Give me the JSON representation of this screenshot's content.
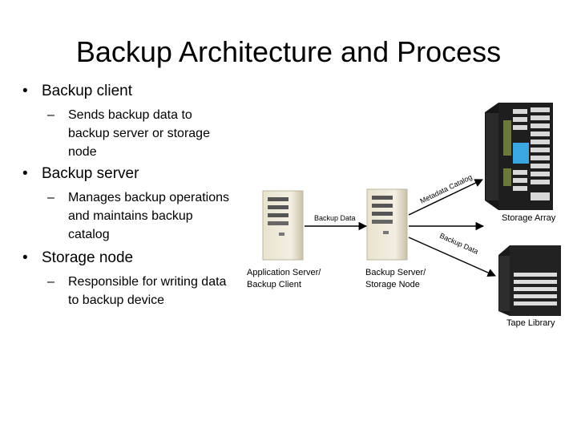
{
  "title": "Backup Architecture and Process",
  "bullets": [
    {
      "label": "Backup client",
      "sub": [
        "Sends backup data to",
        "backup server or storage",
        "node"
      ]
    },
    {
      "label": "Backup server",
      "sub": [
        "Manages backup operations",
        "and maintains backup",
        "catalog"
      ]
    },
    {
      "label": "Storage node",
      "sub": [
        "Responsible for writing data",
        "to backup device"
      ]
    }
  ],
  "diagram": {
    "app_server_label": [
      "Application Server/",
      "Backup Client"
    ],
    "backup_server_label": [
      "Backup Server/",
      "Storage Node"
    ],
    "backup_data_label": "Backup Data",
    "metadata_catalog_label": "Metadata Catalog",
    "backup_data_diag_label": "Backup Data",
    "storage_array_label": "Storage Array",
    "tape_library_label": "Tape Library"
  }
}
